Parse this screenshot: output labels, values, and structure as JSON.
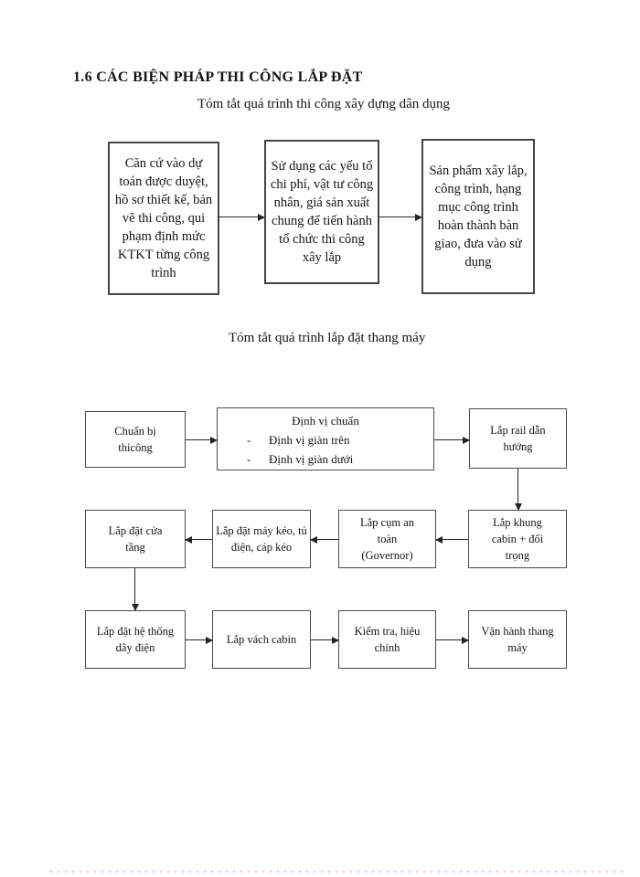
{
  "heading": "1.6 CÁC BIỆN PHÁP THI CÔNG LẮP ĐẶT",
  "construction_flow": {
    "title": "Tóm tắt quá trình thi công xây dựng dân dụng",
    "boxes": [
      {
        "label": "Căn cứ vào dự toán được duyệt, hồ sơ thiết kế, bản vẽ thi công, qui phạm định mức KTKT từng công trình"
      },
      {
        "label": "Sử dụng các yếu tố chi phí, vật tư công nhân, giá sản xuất chung để tiến hành tổ chức thi công xây lắp"
      },
      {
        "label": "Sản phẩm xây lắp, công trình, hạng mục công trình hoàn thành bàn giao, đưa vào sử dụng"
      }
    ]
  },
  "elevator_flow": {
    "title": "Tóm tắt quá trình lắp đặt thang máy",
    "step_prepare": "Chuẩn bị thicông",
    "step_positioning": {
      "title": "Định vị chuẩn",
      "items": [
        {
          "bullet": "-",
          "text": "Định vị giàn trên"
        },
        {
          "bullet": "-",
          "text": "Định vị giàn dưới"
        }
      ]
    },
    "step_rail": "Lắp rail dẫn hướng",
    "step_landing_door": "Lắp đặt cửa tầng",
    "step_traction_machine": "Lắp đặt máy kéo, tủ điện, cáp kéo",
    "step_safety": "Lắp cụm an toàn (Governor)",
    "step_cabin_frame": "Lắp khung cabin + đối trọng",
    "step_wiring": "Lắp đặt hệ thống dây điện",
    "step_cabin_wall": "Lắp vách cabin",
    "step_inspection": "Kiểm tra, hiệu chỉnh",
    "step_operation": "Vận hành thang máy"
  },
  "colors": {
    "text": "#141414",
    "box_border": "#4a4a4a",
    "footer_rule": "#f0b7ec"
  }
}
